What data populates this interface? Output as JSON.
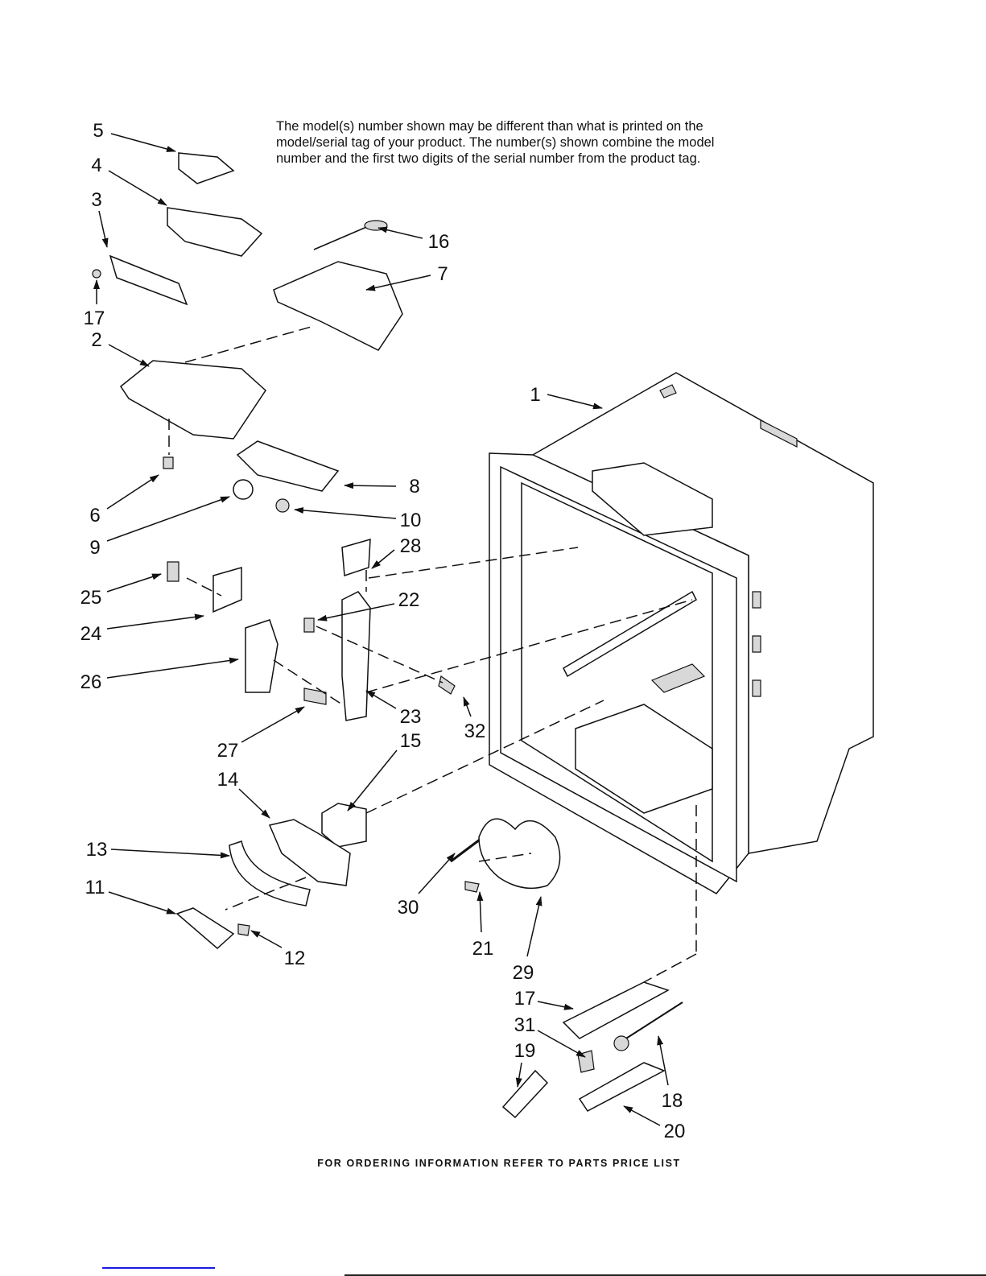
{
  "notice": {
    "line1": "The model(s) number shown may be different than what is printed on the",
    "line2": "model/serial tag of your product. The number(s) shown combine the model",
    "line3": "number and the first two digits of the serial number from the product tag."
  },
  "callouts": [
    "1",
    "2",
    "3",
    "4",
    "5",
    "6",
    "7",
    "8",
    "9",
    "10",
    "11",
    "12",
    "13",
    "14",
    "15",
    "16",
    "17",
    "17",
    "18",
    "19",
    "20",
    "21",
    "22",
    "23",
    "24",
    "25",
    "26",
    "27",
    "28",
    "29",
    "30",
    "31",
    "32"
  ],
  "footer": "FOR ORDERING INFORMATION REFER TO PARTS PRICE LIST"
}
